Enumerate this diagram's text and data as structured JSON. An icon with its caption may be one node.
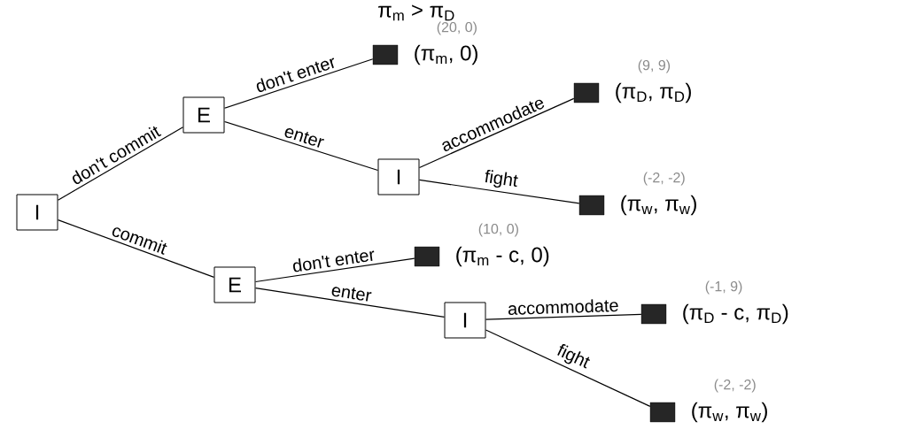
{
  "diagram": {
    "nodes": [
      {
        "text": [
          "I"
        ]
      },
      {
        "text": [
          "E"
        ]
      },
      {
        "text": [],
        "shape": "box",
        "beside": [
          "(20, 0)",
          "(π$_{m}$, 0)"
        ]
      },
      {
        "text": [
          "I"
        ]
      },
      {
        "text": [],
        "shape": "box",
        "beside": [
          "(9, 9)",
          "(π$_{D}$, π$_{D}$)"
        ]
      },
      {
        "text": [],
        "shape": "box",
        "beside": [
          "(-2, -2)",
          "(π$_{w}$, π$_{w}$)"
        ]
      },
      {
        "text": [
          "E"
        ]
      },
      {
        "text": [],
        "shape": "box",
        "beside": [
          "(10, 0)",
          "(π$_{m}$ - c, 0)"
        ]
      },
      {
        "text": [
          "I"
        ]
      },
      {
        "text": [],
        "shape": "box",
        "beside": [
          "(-1, 9)",
          "(π$_{D}$ - c, π$_{D}$)"
        ]
      },
      {
        "text": [],
        "shape": "box",
        "beside": [
          "(-2, -2)",
          "(π$_{w}$, π$_{w}$)"
        ]
      }
    ],
    "edges": [
      {
        "from": 0,
        "to": 1,
        "arrow": "none",
        "label": "don't commit"
      },
      {
        "from": 1,
        "to": 2,
        "arrow": "none",
        "label": "don't enter"
      },
      {
        "from": 1,
        "to": 3,
        "arrow": "none",
        "label": "enter"
      },
      {
        "from": 3,
        "to": 4,
        "arrow": "none",
        "label": "accommodate"
      },
      {
        "from": 3,
        "to": 5,
        "arrow": "none",
        "label": "fight"
      },
      {
        "from": 0,
        "to": 6,
        "arrow": "none",
        "label": "commit"
      },
      {
        "from": 6,
        "to": 7,
        "arrow": "none",
        "label": "don't enter"
      },
      {
        "from": 6,
        "to": 8,
        "arrow": "none",
        "label": "enter"
      },
      {
        "from": 8,
        "to": 9,
        "arrow": "none",
        "label": "accommodate"
      },
      {
        "from": 8,
        "to": 10,
        "arrow": "none",
        "label": "fight"
      }
    ],
    "labels": [
      "π$_{m}$ > π$_{D}$"
    ]
  }
}
